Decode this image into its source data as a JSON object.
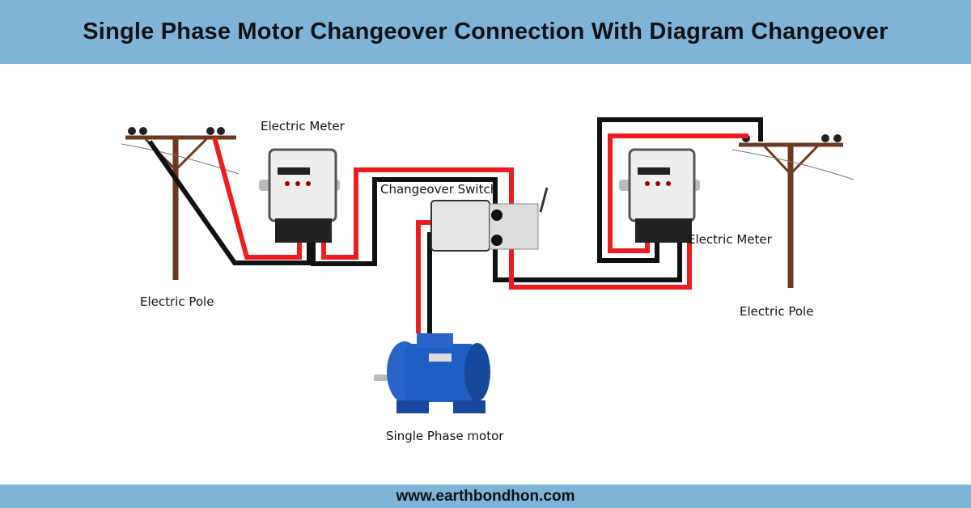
{
  "title": "Single Phase Motor Changeover Connection With Diagram Changeover",
  "footer": "www.earthbondhon.com",
  "labels": {
    "meter_left": "Electric Meter",
    "changeover_switch": "Changeover Switch",
    "pole_left": "Electric Pole",
    "meter_right": "Electric Meter",
    "pole_right": "Electric Pole",
    "motor": "Single Phase motor"
  },
  "colors": {
    "banner": "#7db4d8",
    "live_wire": "#ee1c1c",
    "neutral_wire": "#111111",
    "motor": "#1f5fc4",
    "pole": "#6b3a1e"
  }
}
